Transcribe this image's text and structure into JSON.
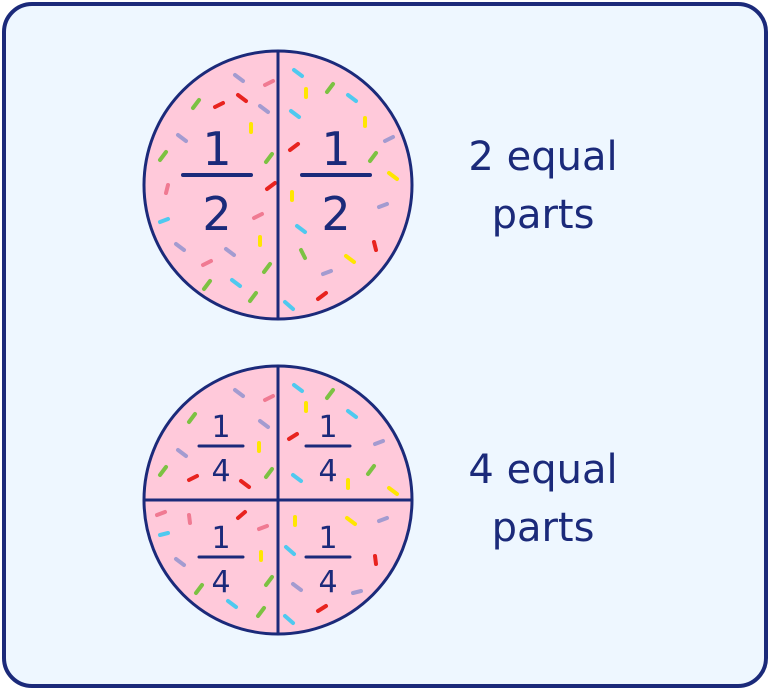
{
  "colors": {
    "border": "#1b2a7a",
    "background": "#eef7ff",
    "pizza_fill": "#ffc9da",
    "text": "#1b2a7a",
    "sprinkles": {
      "purple": "#a39bd0",
      "pink": "#f07a92",
      "green": "#7cc242",
      "red": "#e8231f",
      "yellow": "#ffe600",
      "cyan": "#4fc9ef"
    }
  },
  "rows": [
    {
      "name": "halves",
      "label_line1": "2 equal",
      "label_line2": "parts",
      "parts": 2,
      "fractions": [
        {
          "numerator": "1",
          "denominator": "2"
        },
        {
          "numerator": "1",
          "denominator": "2"
        }
      ]
    },
    {
      "name": "quarters",
      "label_line1": "4 equal",
      "label_line2": "parts",
      "parts": 4,
      "fractions": [
        {
          "numerator": "1",
          "denominator": "4"
        },
        {
          "numerator": "1",
          "denominator": "4"
        },
        {
          "numerator": "1",
          "denominator": "4"
        },
        {
          "numerator": "1",
          "denominator": "4"
        }
      ]
    }
  ]
}
